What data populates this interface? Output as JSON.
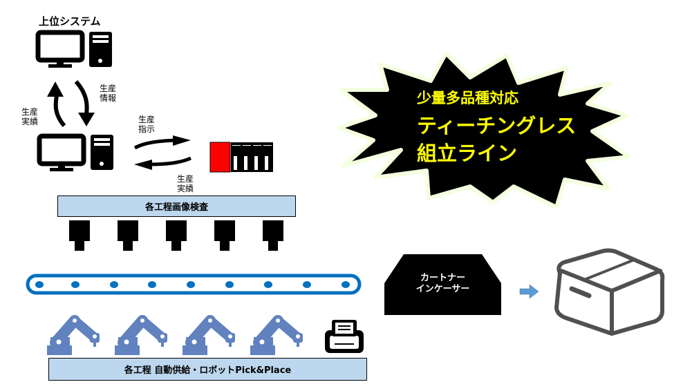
{
  "upper_system": {
    "label": "上位システム"
  },
  "flows": {
    "production_info": [
      "生産",
      "情報"
    ],
    "production_results_up": [
      "生産",
      "実績"
    ],
    "production_instruction": [
      "生産",
      "指示"
    ],
    "production_results_plc": [
      "生産",
      "実績"
    ]
  },
  "inspection_bar": {
    "label": "各工程画像検査"
  },
  "assembly_bar": {
    "label": "各工程 自動供給・ロボットPick&Place"
  },
  "cartoner": {
    "lines": [
      "カートナー",
      "インケーサー"
    ]
  },
  "callout": {
    "lines": [
      "少量多品種対応",
      "ティーチングレス",
      "組立ライン"
    ]
  },
  "colors": {
    "conveyor": "#0070c0",
    "robot": "#6182be",
    "plc_red": "#ff0000",
    "bar_fill": "#bdd7ee",
    "callout_text": "#ffff00",
    "box_stroke": "#505050",
    "arrow": "#5b9bd5"
  }
}
